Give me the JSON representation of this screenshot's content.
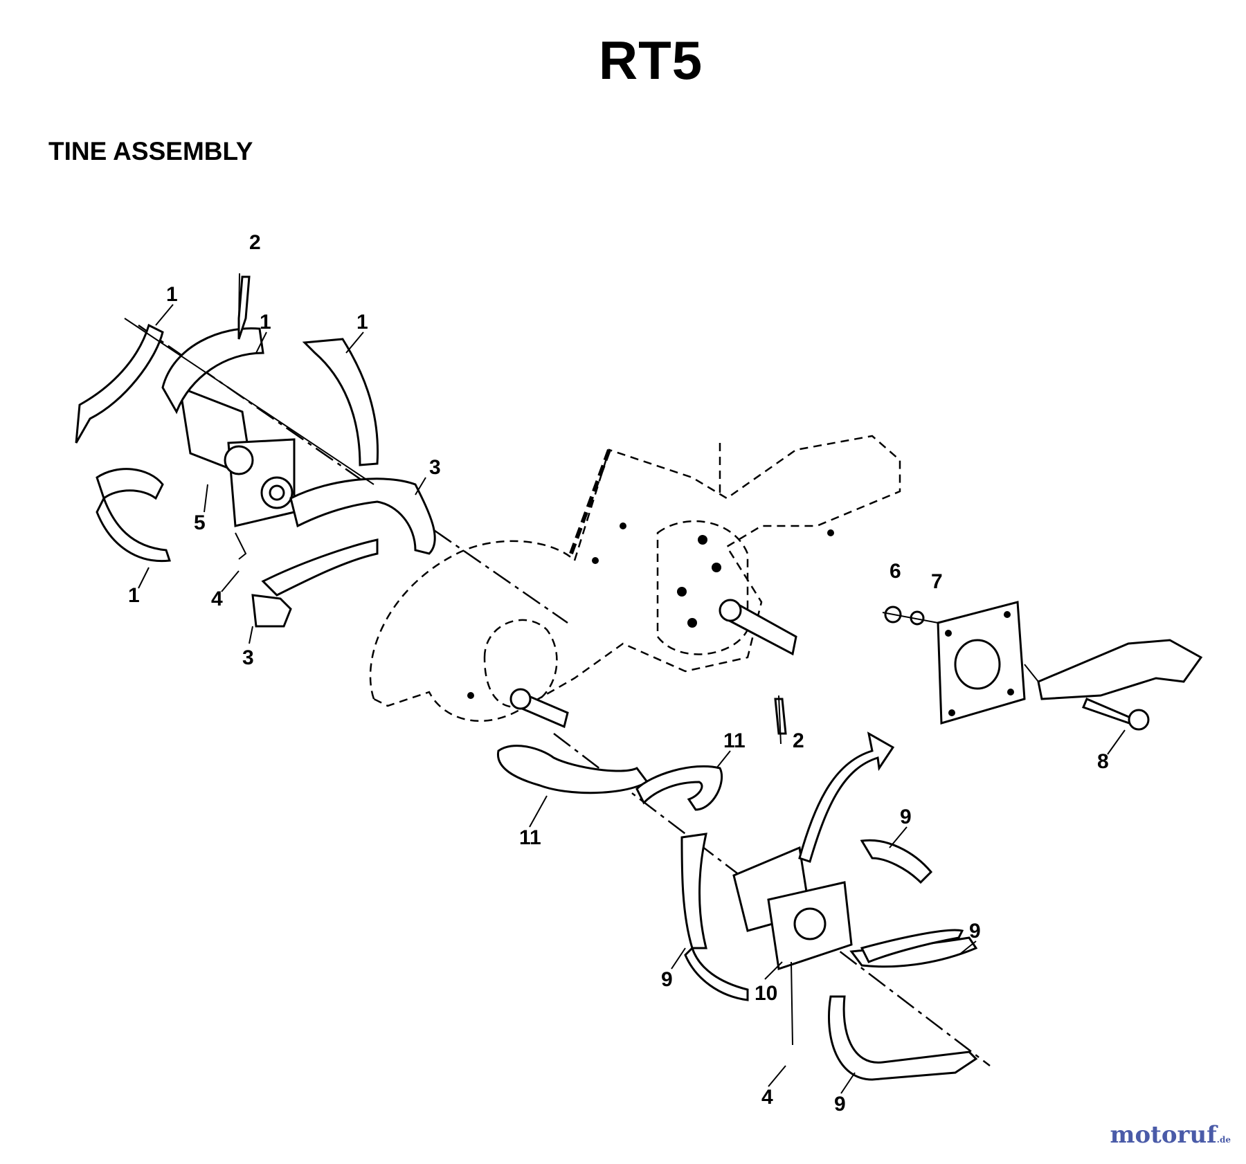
{
  "page": {
    "title": "RT5",
    "subtitle": "TINE ASSEMBLY"
  },
  "callouts": [
    "1",
    "1",
    "1",
    "1",
    "2",
    "3",
    "3",
    "4",
    "5",
    "6",
    "7",
    "8",
    "2",
    "11",
    "11",
    "9",
    "9",
    "9",
    "10",
    "4",
    "9"
  ],
  "watermark": {
    "text": "motoruf",
    "suffix": ".de"
  },
  "colors": {
    "ink": "#000000",
    "watermark": "#4a5ba8"
  }
}
